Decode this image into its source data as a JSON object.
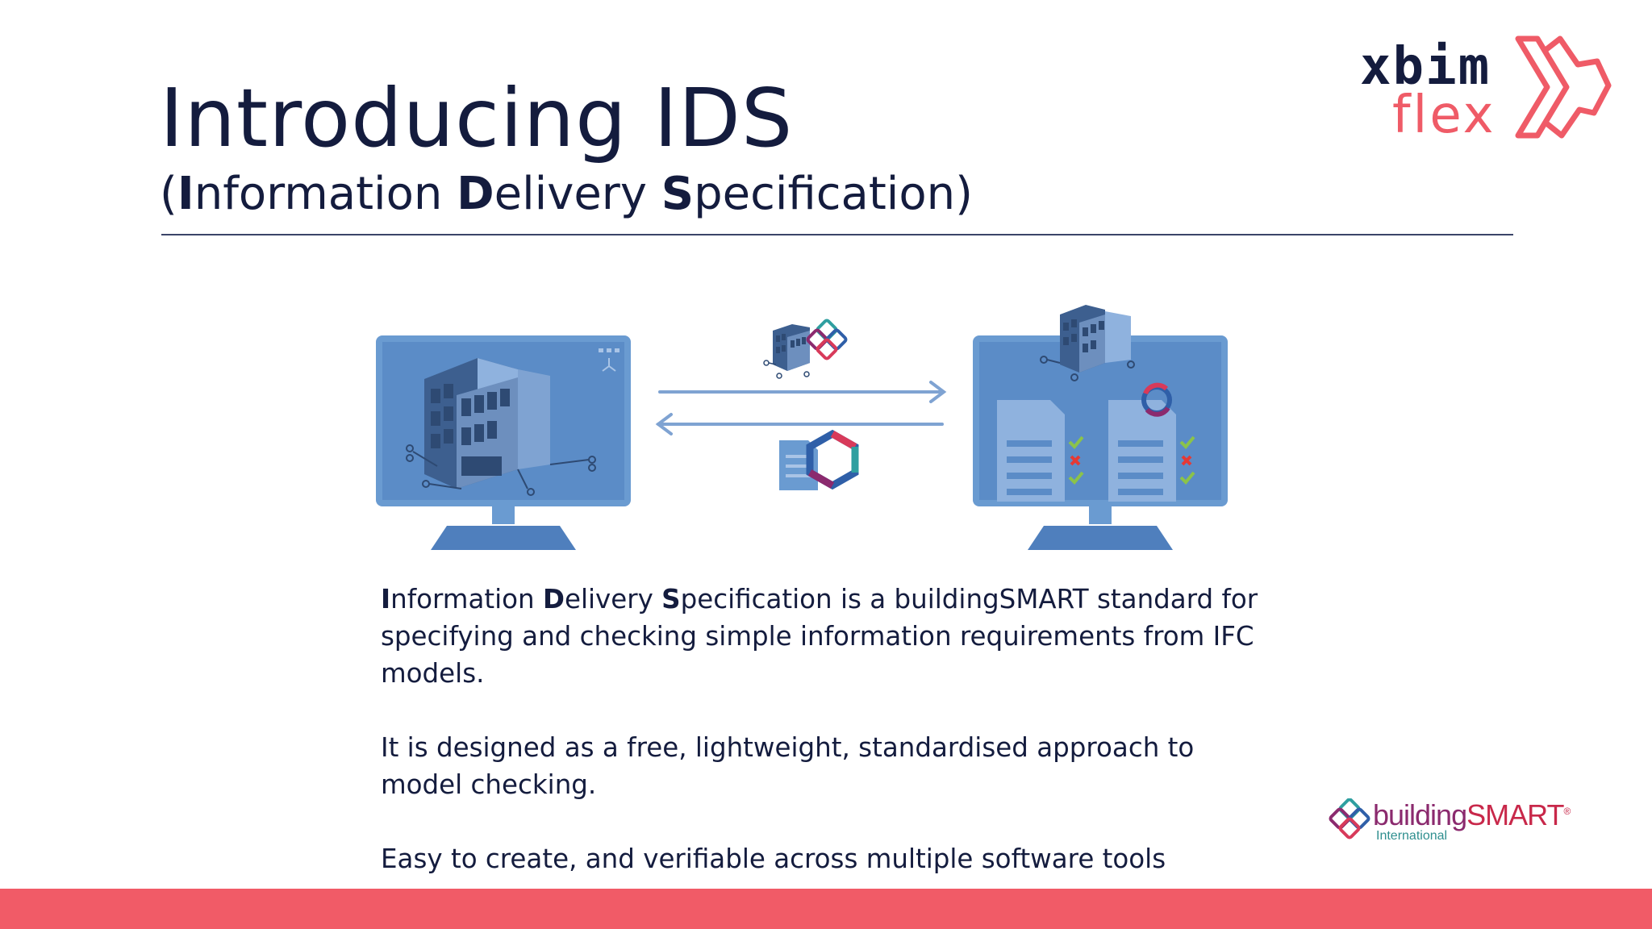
{
  "slide": {
    "title": "Introducing IDS",
    "subtitle": {
      "open": "(",
      "i_letter": "I",
      "i_rest": "nformation ",
      "d_letter": "D",
      "d_rest": "elivery ",
      "s_letter": "S",
      "s_rest": "pecification",
      "close": ")"
    }
  },
  "logos": {
    "xbim_line1": "xbim",
    "xbim_line2": "flex",
    "buildingsmart_name": "building",
    "buildingsmart_smart": "SMART",
    "buildingsmart_reg": "®",
    "buildingsmart_sub": "International"
  },
  "body": {
    "p1": {
      "i_letter": "I",
      "i_rest": "nformation ",
      "d_letter": "D",
      "d_rest": "elivery ",
      "s_letter": "S",
      "s_rest": "pecification",
      "rest": " is a buildingSMART standard for specifying and checking simple information requirements from IFC models."
    },
    "p2": "It is designed as a free, lightweight, standardised approach to model checking.",
    "p3": "Easy to create, and verifiable across multiple software tools"
  },
  "colors": {
    "navy": "#141c3e",
    "accent": "#f15b67",
    "monitor": "#6a9bd1",
    "screen": "#5b8cc7",
    "check": "#8bc34a",
    "cross": "#e53935"
  },
  "icons": [
    "monitor-icon",
    "building-icon",
    "arrow-right-icon",
    "arrow-left-icon",
    "ifc-logo-icon",
    "ids-logo-icon",
    "document-check-icon"
  ]
}
